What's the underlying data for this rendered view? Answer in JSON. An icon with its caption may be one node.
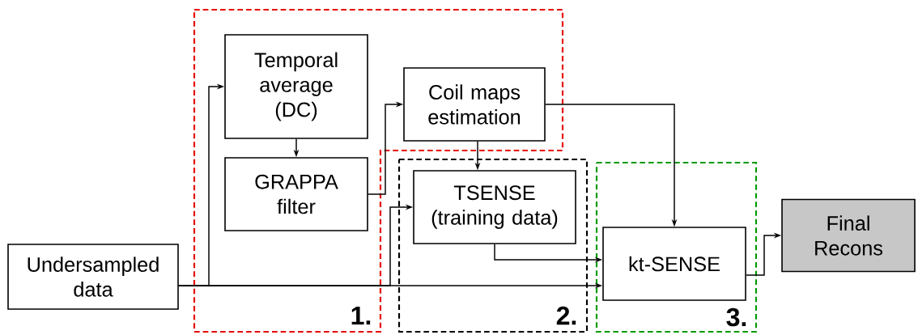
{
  "diagram": {
    "nodes": [
      {
        "text": [
          "Undersampled data"
        ]
      },
      {
        "text": [
          "1."
        ]
      },
      {
        "text": [
          "Temporal average (DC)"
        ],
        "in": 1
      },
      {
        "text": [
          "GRAPPA filter"
        ],
        "in": 1
      },
      {
        "text": [
          "Coil maps estimation"
        ],
        "in": 1
      },
      {
        "text": [
          "2."
        ]
      },
      {
        "text": [
          "TSENSE (training data)"
        ],
        "in": 5
      },
      {
        "text": [
          "3."
        ]
      },
      {
        "text": [
          "kt-SENSE"
        ],
        "in": 7
      },
      {
        "text": [
          "Final Recons"
        ]
      }
    ],
    "edges": [
      {
        "from": 0,
        "to": 2,
        "arrow": "to"
      },
      {
        "from": 0,
        "to": 6,
        "arrow": "to"
      },
      {
        "from": 0,
        "to": 8,
        "arrow": "to"
      },
      {
        "from": 2,
        "to": 3,
        "arrow": "to"
      },
      {
        "from": 3,
        "to": 4,
        "arrow": "to"
      },
      {
        "from": 4,
        "to": 6,
        "arrow": "to"
      },
      {
        "from": 4,
        "to": 8,
        "arrow": "to"
      },
      {
        "from": 6,
        "to": 8,
        "arrow": "to"
      },
      {
        "from": 8,
        "to": 9,
        "arrow": "to"
      }
    ]
  }
}
